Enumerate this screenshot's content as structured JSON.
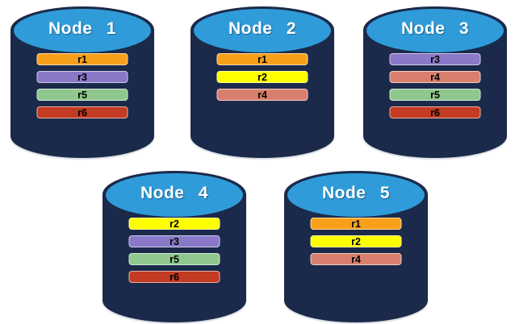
{
  "colors": {
    "page_background": "#FFFFFF",
    "cylinder_body": "#1B2A4A",
    "cylinder_cap": "#2F9CD9",
    "node_title_text": "#FFFFFF",
    "replica_label_text": "#000000"
  },
  "replica_colors": {
    "r1": "#F9A01B",
    "r2": "#FFFF00",
    "r3": "#8979C8",
    "r4": "#D8806D",
    "r5": "#8FC78F",
    "r6": "#C23B22"
  },
  "nodes": [
    {
      "label": "Node 1",
      "replicas": [
        "r1",
        "r3",
        "r5",
        "r6"
      ]
    },
    {
      "label": "Node 2",
      "replicas": [
        "r1",
        "r2",
        "r4"
      ]
    },
    {
      "label": "Node 3",
      "replicas": [
        "r3",
        "r4",
        "r5",
        "r6"
      ]
    },
    {
      "label": "Node 4",
      "replicas": [
        "r2",
        "r3",
        "r5",
        "r6"
      ]
    },
    {
      "label": "Node 5",
      "replicas": [
        "r1",
        "r2",
        "r4"
      ]
    }
  ]
}
